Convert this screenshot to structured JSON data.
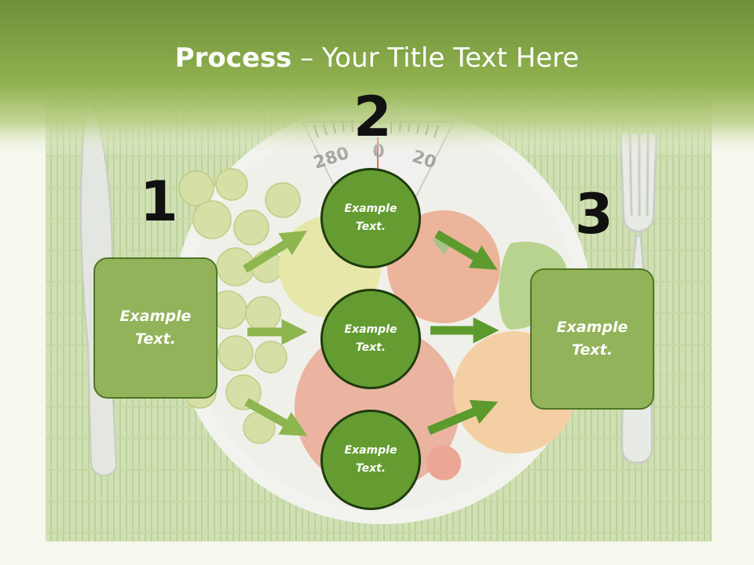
{
  "slide": {
    "title_bold": "Process",
    "title_rest": " – Your Title Text Here"
  },
  "steps": {
    "one": "1",
    "two": "2",
    "three": "3"
  },
  "scale_labels": [
    "280",
    "0",
    "20"
  ],
  "left_box": {
    "line1": "Example",
    "line2": "Text."
  },
  "right_box": {
    "line1": "Example",
    "line2": "Text."
  },
  "circles": [
    {
      "line1": "Example",
      "line2": "Text."
    },
    {
      "line1": "Example",
      "line2": "Text."
    },
    {
      "line1": "Example",
      "line2": "Text."
    }
  ],
  "colors": {
    "header_green": "#8aab4a",
    "box_fill": "#92b35a",
    "circle_fill": "#649c32",
    "arrow_light": "#8db64f",
    "arrow_dark": "#5c9a2e"
  }
}
